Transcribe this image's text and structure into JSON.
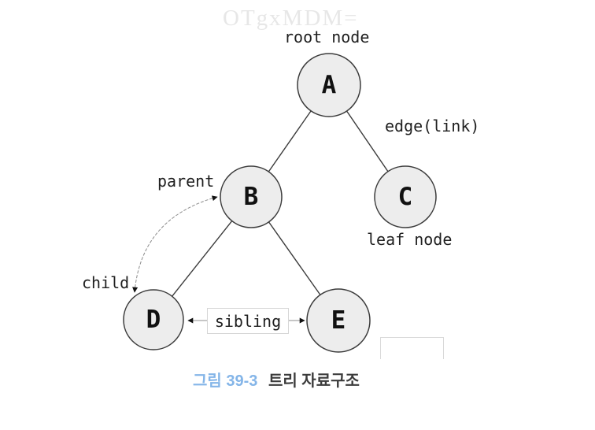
{
  "watermark": "OTgxMDM=",
  "nodes": {
    "a": "A",
    "b": "B",
    "c": "C",
    "d": "D",
    "e": "E"
  },
  "labels": {
    "root": "root node",
    "edge": "edge(link)",
    "parent": "parent",
    "child": "child",
    "sibling": "sibling",
    "leaf": "leaf node"
  },
  "caption": {
    "figure_label": "그림 39-3",
    "title": "트리 자료구조"
  },
  "colors": {
    "node_fill": "#ededed",
    "node_stroke": "#3c3c3c",
    "edge_line": "#3c3c3c",
    "relation_arrow": "#8c8c8c",
    "arrowhead": "#111111",
    "box_border": "#d6d6d6",
    "label_text": "#1f1f1f",
    "caption_accent": "#84b5e8",
    "caption_text": "#3c3c3c",
    "watermark": "#e7e7e7"
  }
}
